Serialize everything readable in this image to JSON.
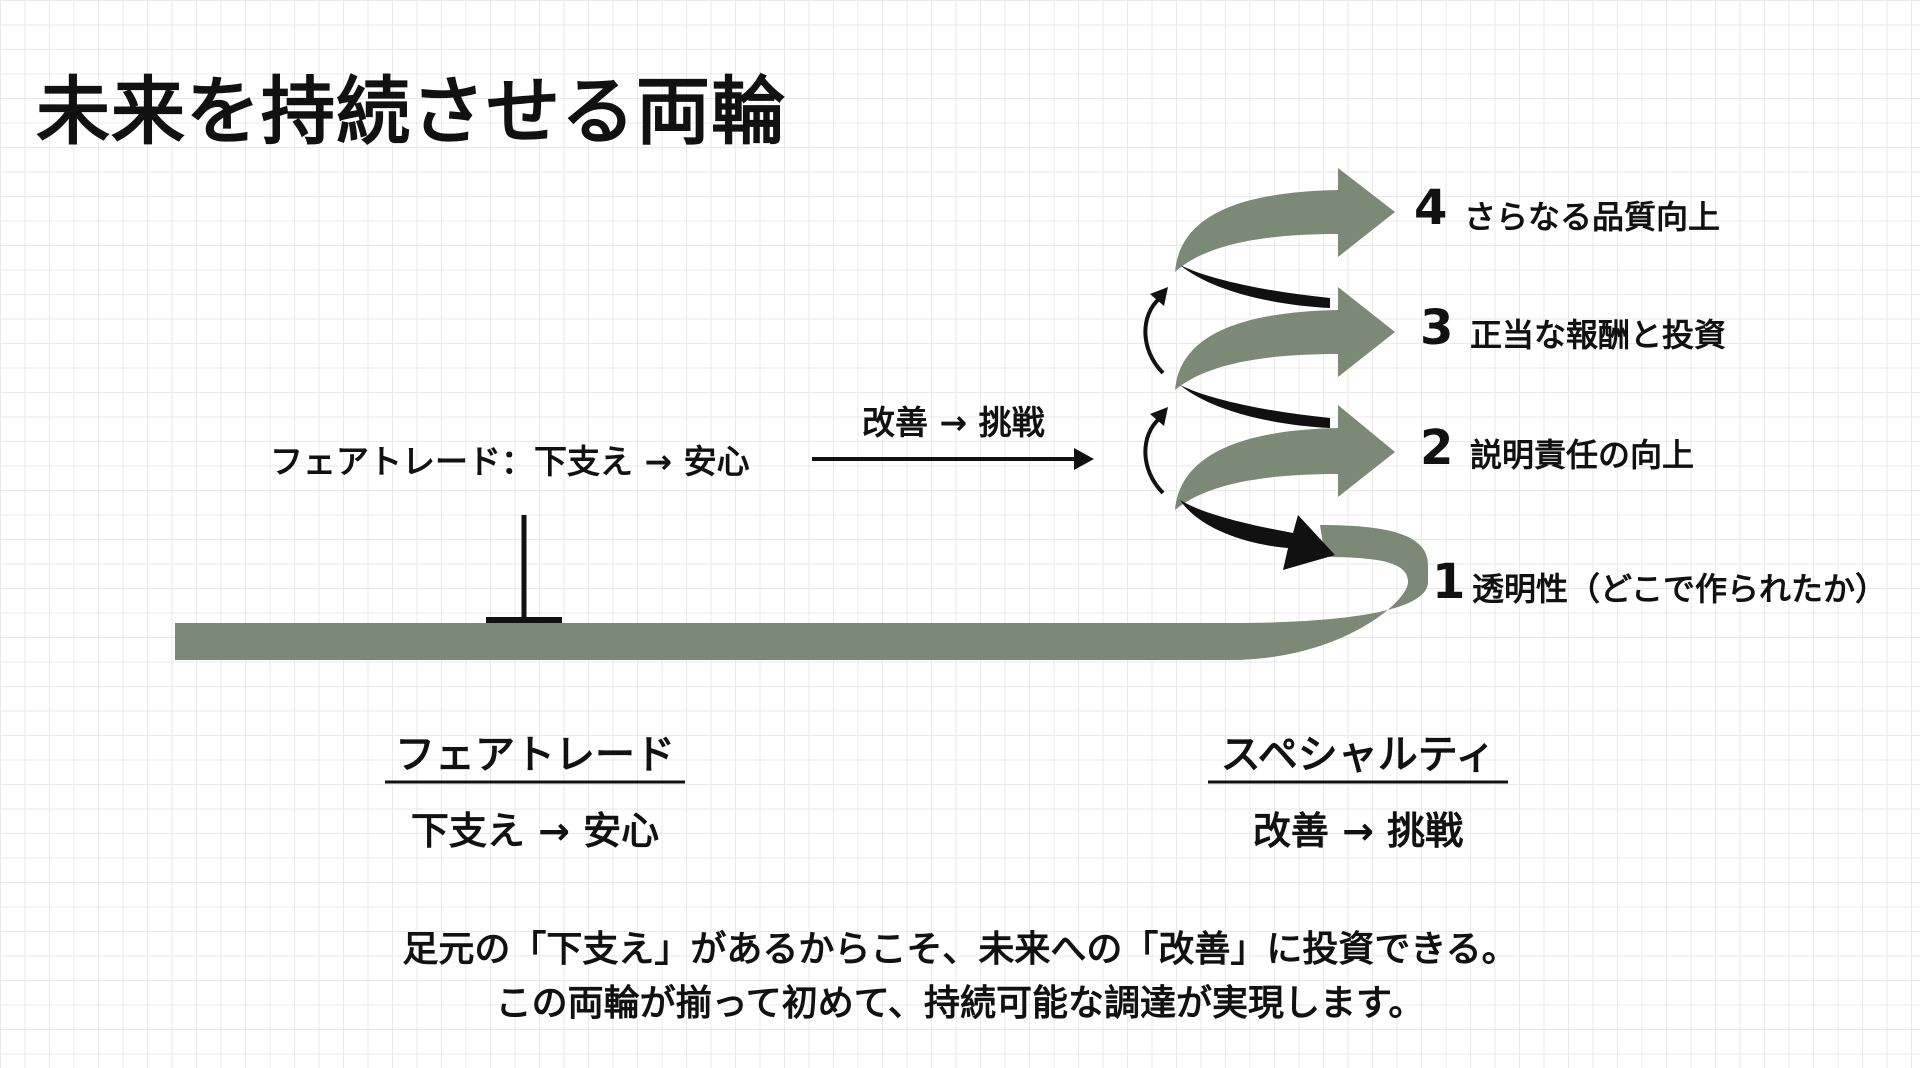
{
  "title": "未来を持続させる両輪",
  "flow": {
    "top_label": "フェアトレード：下支え → 安心",
    "arrow_label": "改善 → 挑戦"
  },
  "steps": [
    {
      "num": "1",
      "label": "透明性（どこで作られたか）"
    },
    {
      "num": "2",
      "label": "説明責任の向上"
    },
    {
      "num": "3",
      "label": "正当な報酬と投資"
    },
    {
      "num": "4",
      "label": "さらなる品質向上"
    }
  ],
  "pillars": {
    "fairtrade": {
      "title": "フェアトレード",
      "sub": "下支え → 安心"
    },
    "specialty": {
      "title": "スペシャルティ",
      "sub": "改善 → 挑戦"
    }
  },
  "footer": {
    "line1": "足元の「下支え」があるからこそ、未来への「改善」に投資できる。",
    "line2": "この両輪が揃って初めて、持続可能な調達が実現します。"
  },
  "colors": {
    "band": "#7d8977",
    "ink": "#111111"
  }
}
